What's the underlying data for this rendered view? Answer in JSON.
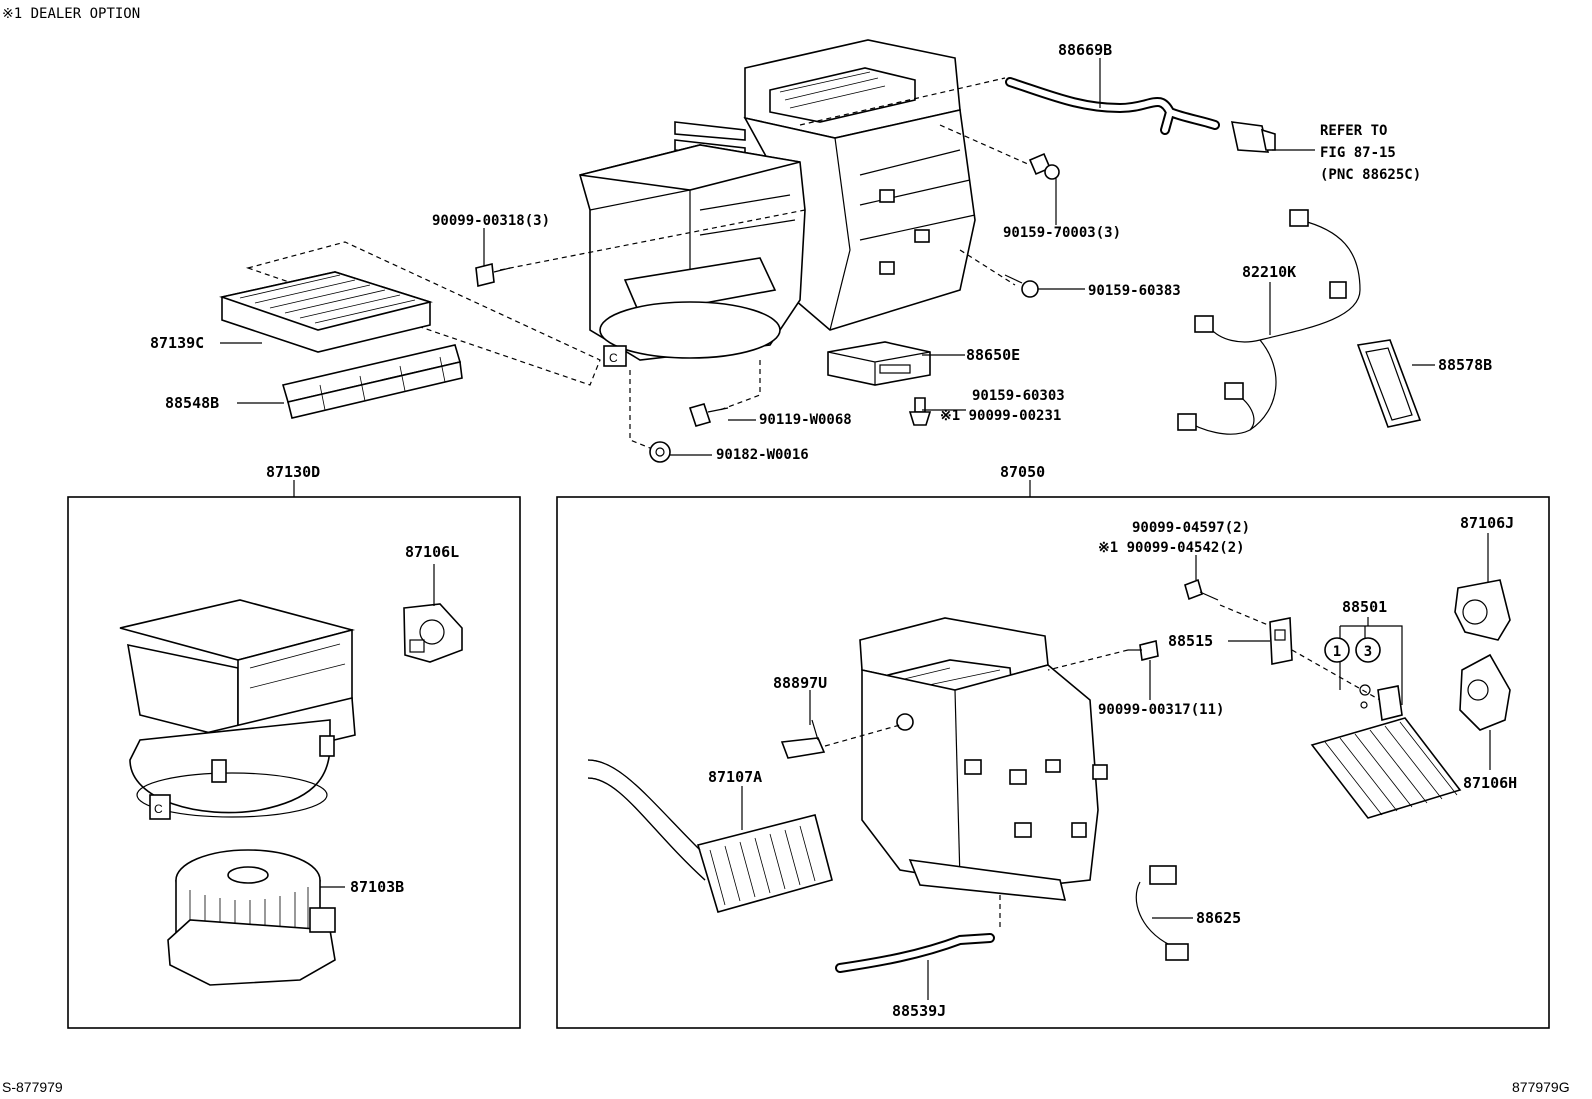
{
  "header": {
    "dealer_note": "※1 DEALER OPTION"
  },
  "footer": {
    "left_code": "S-877979",
    "right_code": "877979G"
  },
  "refer": {
    "line1": "REFER TO",
    "line2": "FIG 87-15",
    "line3": "(PNC 88625C)"
  },
  "groups": {
    "left_box": "87130D",
    "right_box": "87050"
  },
  "parts": {
    "p88669B": "88669B",
    "p90099_00318": "90099-00318(3)",
    "p90159_70003": "90159-70003(3)",
    "p90159_60383": "90159-60383",
    "p82210K": "82210K",
    "p87139C": "87139C",
    "p88548B": "88548B",
    "p88650E": "88650E",
    "p90159_60303": "90159-60303",
    "p90099_00231": "※1 90099-00231",
    "p88578B": "88578B",
    "p90119_W0068": "90119-W0068",
    "p90182_W0016": "90182-W0016",
    "p87106L": "87106L",
    "p87103B": "87103B",
    "p90099_04597": "90099-04597(2)",
    "p90099_04542": "※1 90099-04542(2)",
    "p87106J": "87106J",
    "p88501": "88501",
    "p88515": "88515",
    "p88897U": "88897U",
    "p90099_00317": "90099-00317(11)",
    "p87107A": "87107A",
    "p87106H": "87106H",
    "p88625": "88625",
    "p88539J": "88539J",
    "circle1": "1",
    "circle3": "3"
  },
  "icons": [
    "blower-unit-icon",
    "cabin-filter-icon",
    "filter-cover-icon",
    "wire-harness-icon",
    "amplifier-icon",
    "connector-icon",
    "screw-icon",
    "bolt-icon",
    "nut-icon",
    "servo-motor-icon",
    "blower-motor-icon",
    "heater-core-icon",
    "evaporator-icon",
    "expansion-valve-icon",
    "thermistor-icon",
    "packing-icon",
    "heater-unit-icon",
    "hose-icon"
  ]
}
